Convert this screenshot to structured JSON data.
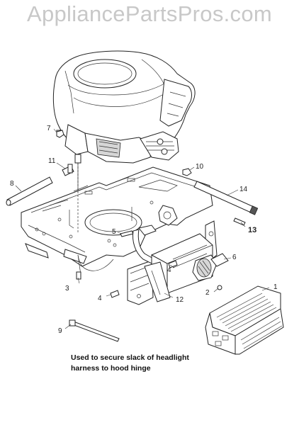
{
  "watermark": "AppliancePartsPros.com",
  "callouts": {
    "c1": "1",
    "c2": "2",
    "c3": "3",
    "c4a": "4",
    "c4b": "4",
    "c5": "5",
    "c6": "6",
    "c7": "7",
    "c8": "8",
    "c9": "9",
    "c10": "10",
    "c11": "11",
    "c12": "12",
    "c13": "13",
    "c14": "14"
  },
  "note": {
    "line1": "Used to secure slack of headlight",
    "line2": "harness to hood hinge"
  },
  "icons": {
    "engine": "engine-icon",
    "frame": "frame-icon",
    "muffler": "muffler-icon",
    "heat_shield": "heat-shield-icon",
    "rods": "rod-icon",
    "tie": "cable-tie-icon"
  }
}
